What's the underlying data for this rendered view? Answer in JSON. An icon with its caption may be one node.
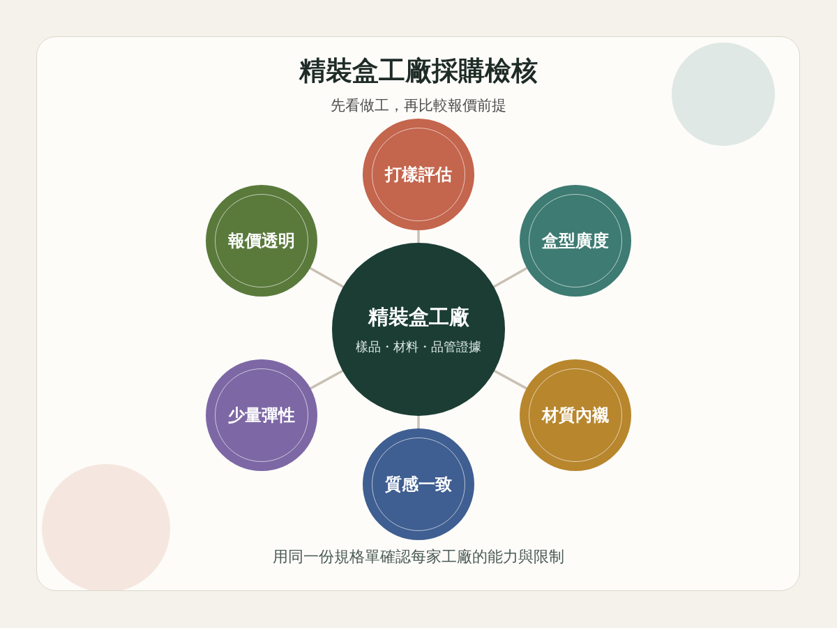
{
  "diagram": {
    "title": "精裝盒工廠採購檢核",
    "caption": "用同一份規格單確認每家工廠的能力與限制",
    "nodes": [
      {
        "text": [
          "精裝盒工廠",
          "樣品・材料・品管證據"
        ]
      },
      {
        "text": [
          "打樣評估"
        ]
      },
      {
        "text": [
          "盒型廣度"
        ]
      },
      {
        "text": [
          "材質內襯"
        ]
      },
      {
        "text": [
          "質感一致"
        ]
      },
      {
        "text": [
          "少量彈性"
        ]
      },
      {
        "text": [
          "報價透明"
        ]
      }
    ],
    "edges": [
      {
        "from": 0,
        "to": 1,
        "arrow": "none"
      },
      {
        "from": 0,
        "to": 2,
        "arrow": "none"
      },
      {
        "from": 0,
        "to": 3,
        "arrow": "none"
      },
      {
        "from": 0,
        "to": 4,
        "arrow": "none"
      },
      {
        "from": 0,
        "to": 5,
        "arrow": "none"
      },
      {
        "from": 0,
        "to": 6,
        "arrow": "none"
      }
    ],
    "labels": [
      "先看做工，再比較報價前提"
    ]
  }
}
